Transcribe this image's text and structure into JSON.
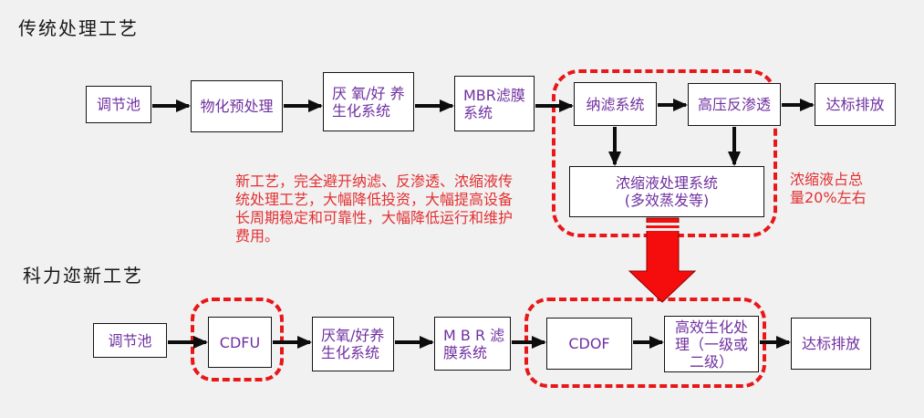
{
  "page": {
    "background": "#f1f1f2",
    "box_fill": "#ffffff",
    "box_border": "#141414",
    "box_text_color": "#7030A0",
    "red_accent": "#e81818",
    "arrow_color": "#0d0d0d"
  },
  "sections": {
    "traditional": {
      "title": "传统处理工艺",
      "boxes": {
        "regulating_tank": {
          "lines": [
            "调节池"
          ]
        },
        "physicochemical": {
          "lines": [
            "物化预处理"
          ]
        },
        "anaerobic_aerobic": {
          "lines": [
            "厌 氧/好 养",
            "生化系统"
          ]
        },
        "mbr": {
          "lines": [
            "MBR滤膜",
            "系统"
          ]
        },
        "nanofiltration": {
          "lines": [
            "纳滤系统"
          ]
        },
        "high_pressure_ro": {
          "lines": [
            "高压反渗透"
          ]
        },
        "discharge": {
          "lines": [
            "达标排放"
          ]
        },
        "concentrate_treatment": {
          "lines": [
            "浓缩液处理系统",
            "(多效蒸发等)"
          ]
        }
      }
    },
    "keliyi": {
      "title": "科力迩新工艺",
      "boxes": {
        "regulating_tank": {
          "lines": [
            "调节池"
          ]
        },
        "cdfu": {
          "lines": [
            "CDFU"
          ]
        },
        "anaerobic_aerobic": {
          "lines": [
            "厌氧/好养",
            "生化系统"
          ]
        },
        "mbr": {
          "lines": [
            "M B R 滤",
            "膜系统"
          ]
        },
        "cdof": {
          "lines": [
            "CDOF"
          ]
        },
        "efficient_biochemical": {
          "lines": [
            "高效生化处",
            "理（一级或",
            "二级）"
          ]
        },
        "discharge": {
          "lines": [
            "达标排放"
          ]
        }
      }
    }
  },
  "annotations": {
    "process_note": {
      "lines": [
        "新工艺，完全避开纳滤、反渗透、浓缩液传",
        "统处理工艺，大幅降低投资，大幅提高设备",
        "长周期稳定和可靠性，大幅降低运行和维护",
        "费用。"
      ]
    },
    "concentrate_note": {
      "lines": [
        "浓缩液占总",
        "量20%左右"
      ]
    }
  }
}
